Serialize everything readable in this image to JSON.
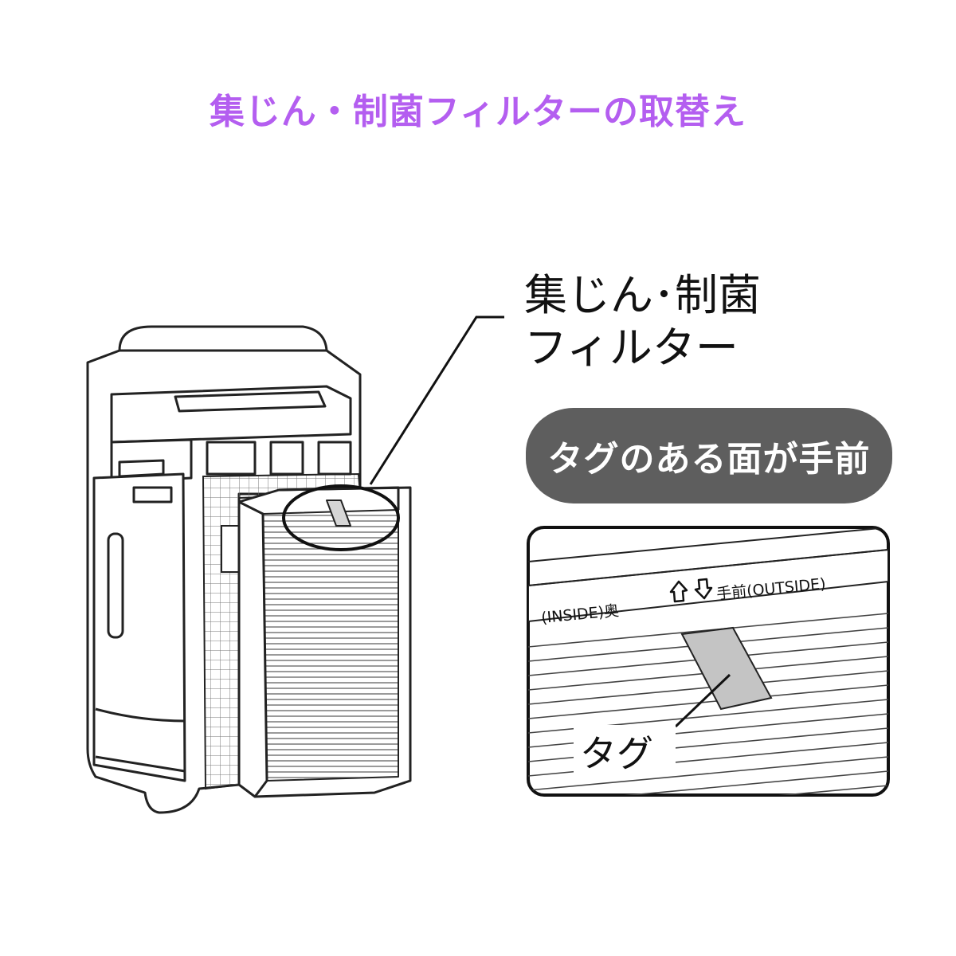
{
  "title": "集じん・制菌フィルターの取替え",
  "callout": {
    "line1": "集じん･制菌",
    "line2": "フィルター"
  },
  "pill_label": "タグのある面が手前",
  "inset": {
    "inside_label": "(INSIDE)奥",
    "outside_label": "手前(OUTSIDE)",
    "tag_label": "タグ"
  },
  "colors": {
    "title": "#b45ef0",
    "pill": "#5e5e5e",
    "tag": "#c4c4c4"
  },
  "icons": [
    "up-arrow-icon",
    "down-arrow-icon"
  ]
}
